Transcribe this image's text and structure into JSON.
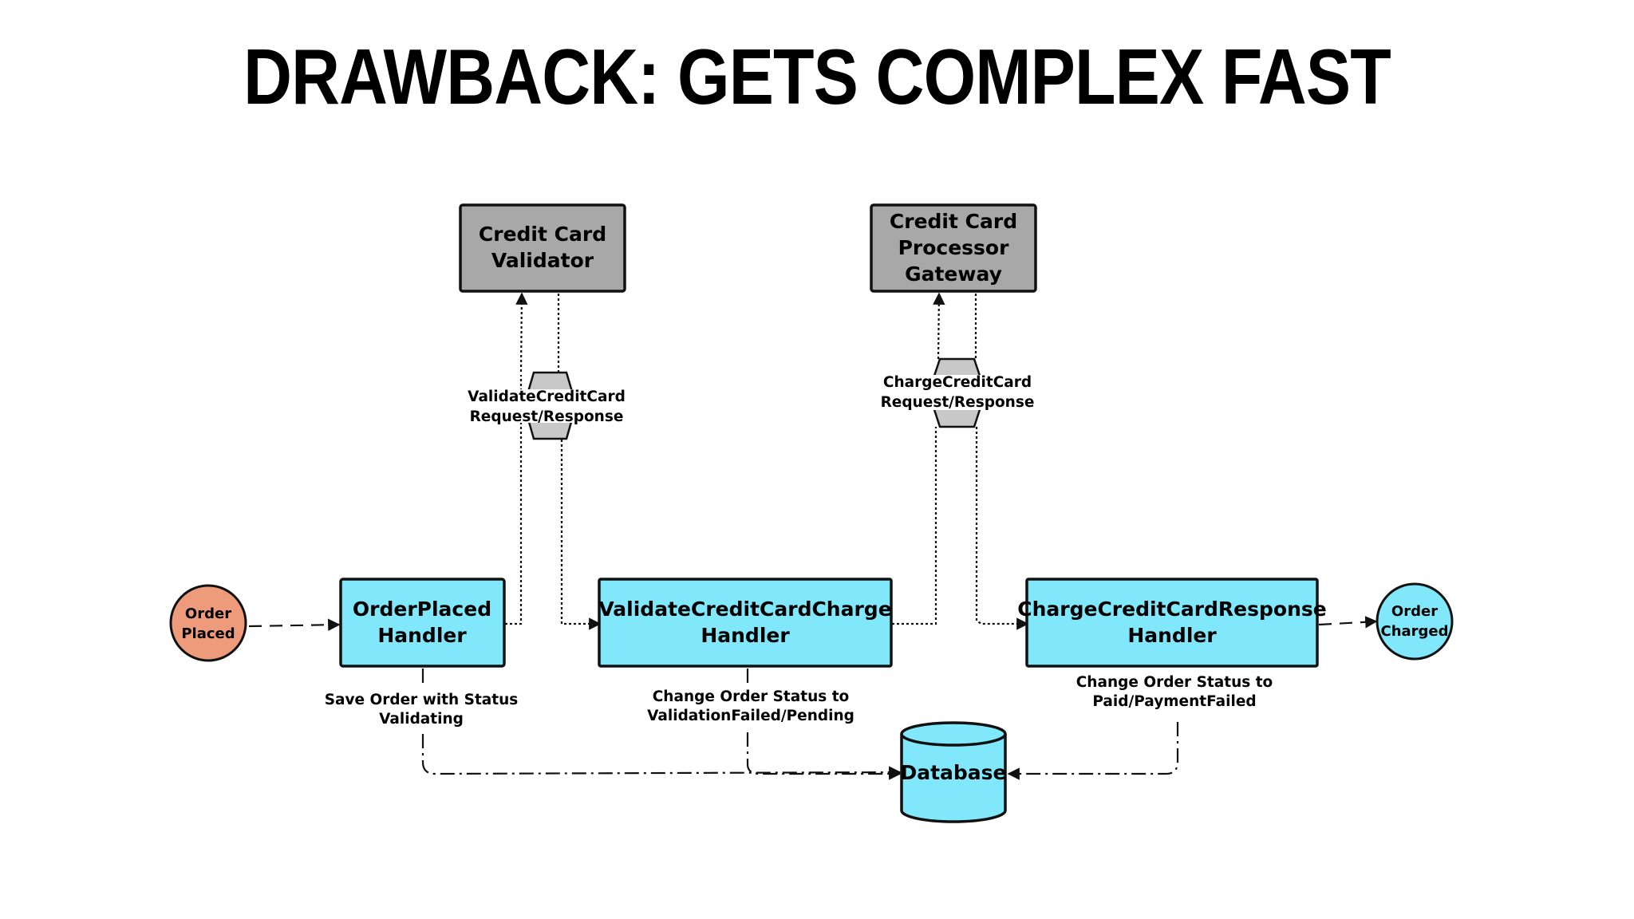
{
  "title": "DRAWBACK: GETS COMPLEX FAST",
  "colors": {
    "handler_fill": "#80e8fa",
    "external_fill": "#a8a8a8",
    "start_fill": "#ee9b7c",
    "end_fill": "#80e8fa",
    "queue_fill": "#c8c8c8",
    "stroke": "#111111"
  },
  "nodes": {
    "order_placed": {
      "line1": "Order",
      "line2": "Placed"
    },
    "order_placed_handler": {
      "line1": "OrderPlaced",
      "line2": "Handler"
    },
    "validate_handler": {
      "line1": "ValidateCreditCardCharge",
      "line2": "Handler"
    },
    "charge_response_handler": {
      "line1": "ChargeCreditCardResponse",
      "line2": "Handler"
    },
    "order_charged": {
      "line1": "Order",
      "line2": "Charged"
    },
    "validator": {
      "line1": "Credit Card",
      "line2": "Validator"
    },
    "gateway": {
      "line1": "Credit Card",
      "line2": "Processor",
      "line3": "Gateway"
    },
    "database": {
      "label": "Database"
    }
  },
  "queues": {
    "validate": {
      "line1": "ValidateCreditCard",
      "line2": "Request/Response"
    },
    "charge": {
      "line1": "ChargeCreditCard",
      "line2": "Request/Response"
    }
  },
  "edge_labels": {
    "save": {
      "line1": "Save Order with Status",
      "line2": "Validating"
    },
    "change1": {
      "line1": "Change Order Status to",
      "line2": "ValidationFailed/Pending"
    },
    "change2": {
      "line1": "Change Order Status to",
      "line2": "Paid/PaymentFailed"
    }
  }
}
